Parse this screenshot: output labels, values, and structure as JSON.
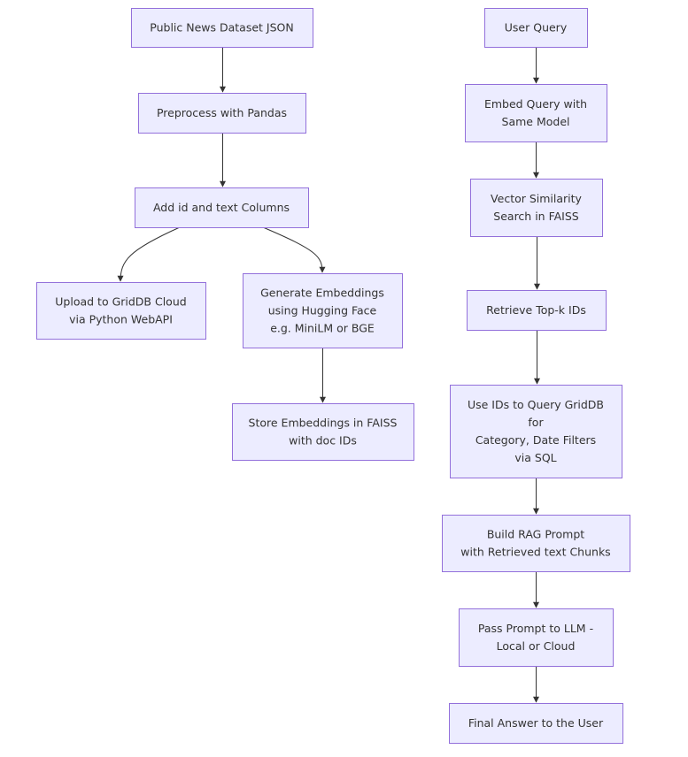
{
  "nodes": [
    {
      "id": "public-news-dataset-json",
      "lines": [
        "Public News Dataset JSON"
      ]
    },
    {
      "id": "preprocess-with-pandas",
      "lines": [
        "Preprocess with Pandas"
      ]
    },
    {
      "id": "add-id-and-text-columns",
      "lines": [
        "Add id and text Columns"
      ]
    },
    {
      "id": "upload-to-griddb-cloud",
      "lines": [
        "Upload to GridDB Cloud",
        "via Python WebAPI"
      ]
    },
    {
      "id": "generate-embeddings",
      "lines": [
        "Generate Embeddings",
        "using Hugging Face",
        "e.g. MiniLM or BGE"
      ]
    },
    {
      "id": "store-embeddings-in-faiss",
      "lines": [
        "Store Embeddings in FAISS",
        "with doc IDs"
      ]
    },
    {
      "id": "user-query",
      "lines": [
        "User Query"
      ]
    },
    {
      "id": "embed-query",
      "lines": [
        "Embed Query with",
        "Same Model"
      ]
    },
    {
      "id": "vector-similarity-search",
      "lines": [
        "Vector Similarity",
        "Search in FAISS"
      ]
    },
    {
      "id": "retrieve-top-k-ids",
      "lines": [
        "Retrieve Top-k IDs"
      ]
    },
    {
      "id": "use-ids-to-query-griddb",
      "lines": [
        "Use IDs to Query GridDB",
        "for",
        "Category, Date Filters",
        "via SQL"
      ]
    },
    {
      "id": "build-rag-prompt",
      "lines": [
        "Build RAG Prompt",
        "with Retrieved text Chunks"
      ]
    },
    {
      "id": "pass-prompt-to-llm",
      "lines": [
        "Pass Prompt to LLM -",
        "Local or Cloud"
      ]
    },
    {
      "id": "final-answer-to-user",
      "lines": [
        "Final Answer to the User"
      ]
    }
  ],
  "edges": [
    {
      "from": "public-news-dataset-json",
      "to": "preprocess-with-pandas"
    },
    {
      "from": "preprocess-with-pandas",
      "to": "add-id-and-text-columns"
    },
    {
      "from": "add-id-and-text-columns",
      "to": "upload-to-griddb-cloud"
    },
    {
      "from": "add-id-and-text-columns",
      "to": "generate-embeddings"
    },
    {
      "from": "generate-embeddings",
      "to": "store-embeddings-in-faiss"
    },
    {
      "from": "user-query",
      "to": "embed-query"
    },
    {
      "from": "embed-query",
      "to": "vector-similarity-search"
    },
    {
      "from": "vector-similarity-search",
      "to": "retrieve-top-k-ids"
    },
    {
      "from": "retrieve-top-k-ids",
      "to": "use-ids-to-query-griddb"
    },
    {
      "from": "use-ids-to-query-griddb",
      "to": "build-rag-prompt"
    },
    {
      "from": "build-rag-prompt",
      "to": "pass-prompt-to-llm"
    },
    {
      "from": "pass-prompt-to-llm",
      "to": "final-answer-to-user"
    }
  ]
}
